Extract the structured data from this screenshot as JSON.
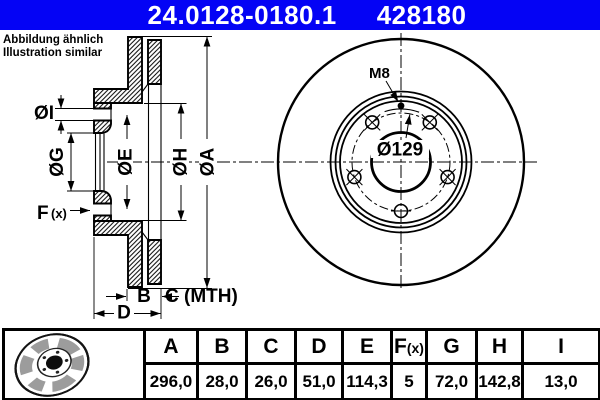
{
  "header": {
    "part_number": "24.0128-0180.1",
    "catalog_number": "428180",
    "bar_color": "#0403f5",
    "text_color": "#ffffff"
  },
  "note": {
    "line1": "Abbildung ähnlich",
    "line2": "Illustration similar"
  },
  "drawing": {
    "dim_labels": {
      "i": "ØI",
      "g": "ØG",
      "e": "ØE",
      "h": "ØH",
      "a": "ØA",
      "f_main": "F",
      "f_sub": "(x)",
      "b": "B",
      "c": "C (MTH)",
      "d": "D"
    },
    "annotations": {
      "thread_size": "M8",
      "hole_ring_diameter": "Ø129"
    }
  },
  "table": {
    "columns": [
      "A",
      "B",
      "C",
      "D",
      "E",
      "F(x)",
      "G",
      "H",
      "I"
    ],
    "values": [
      "296,0",
      "28,0",
      "26,0",
      "51,0",
      "114,3",
      "5",
      "72,0",
      "142,8",
      "13,0"
    ]
  }
}
